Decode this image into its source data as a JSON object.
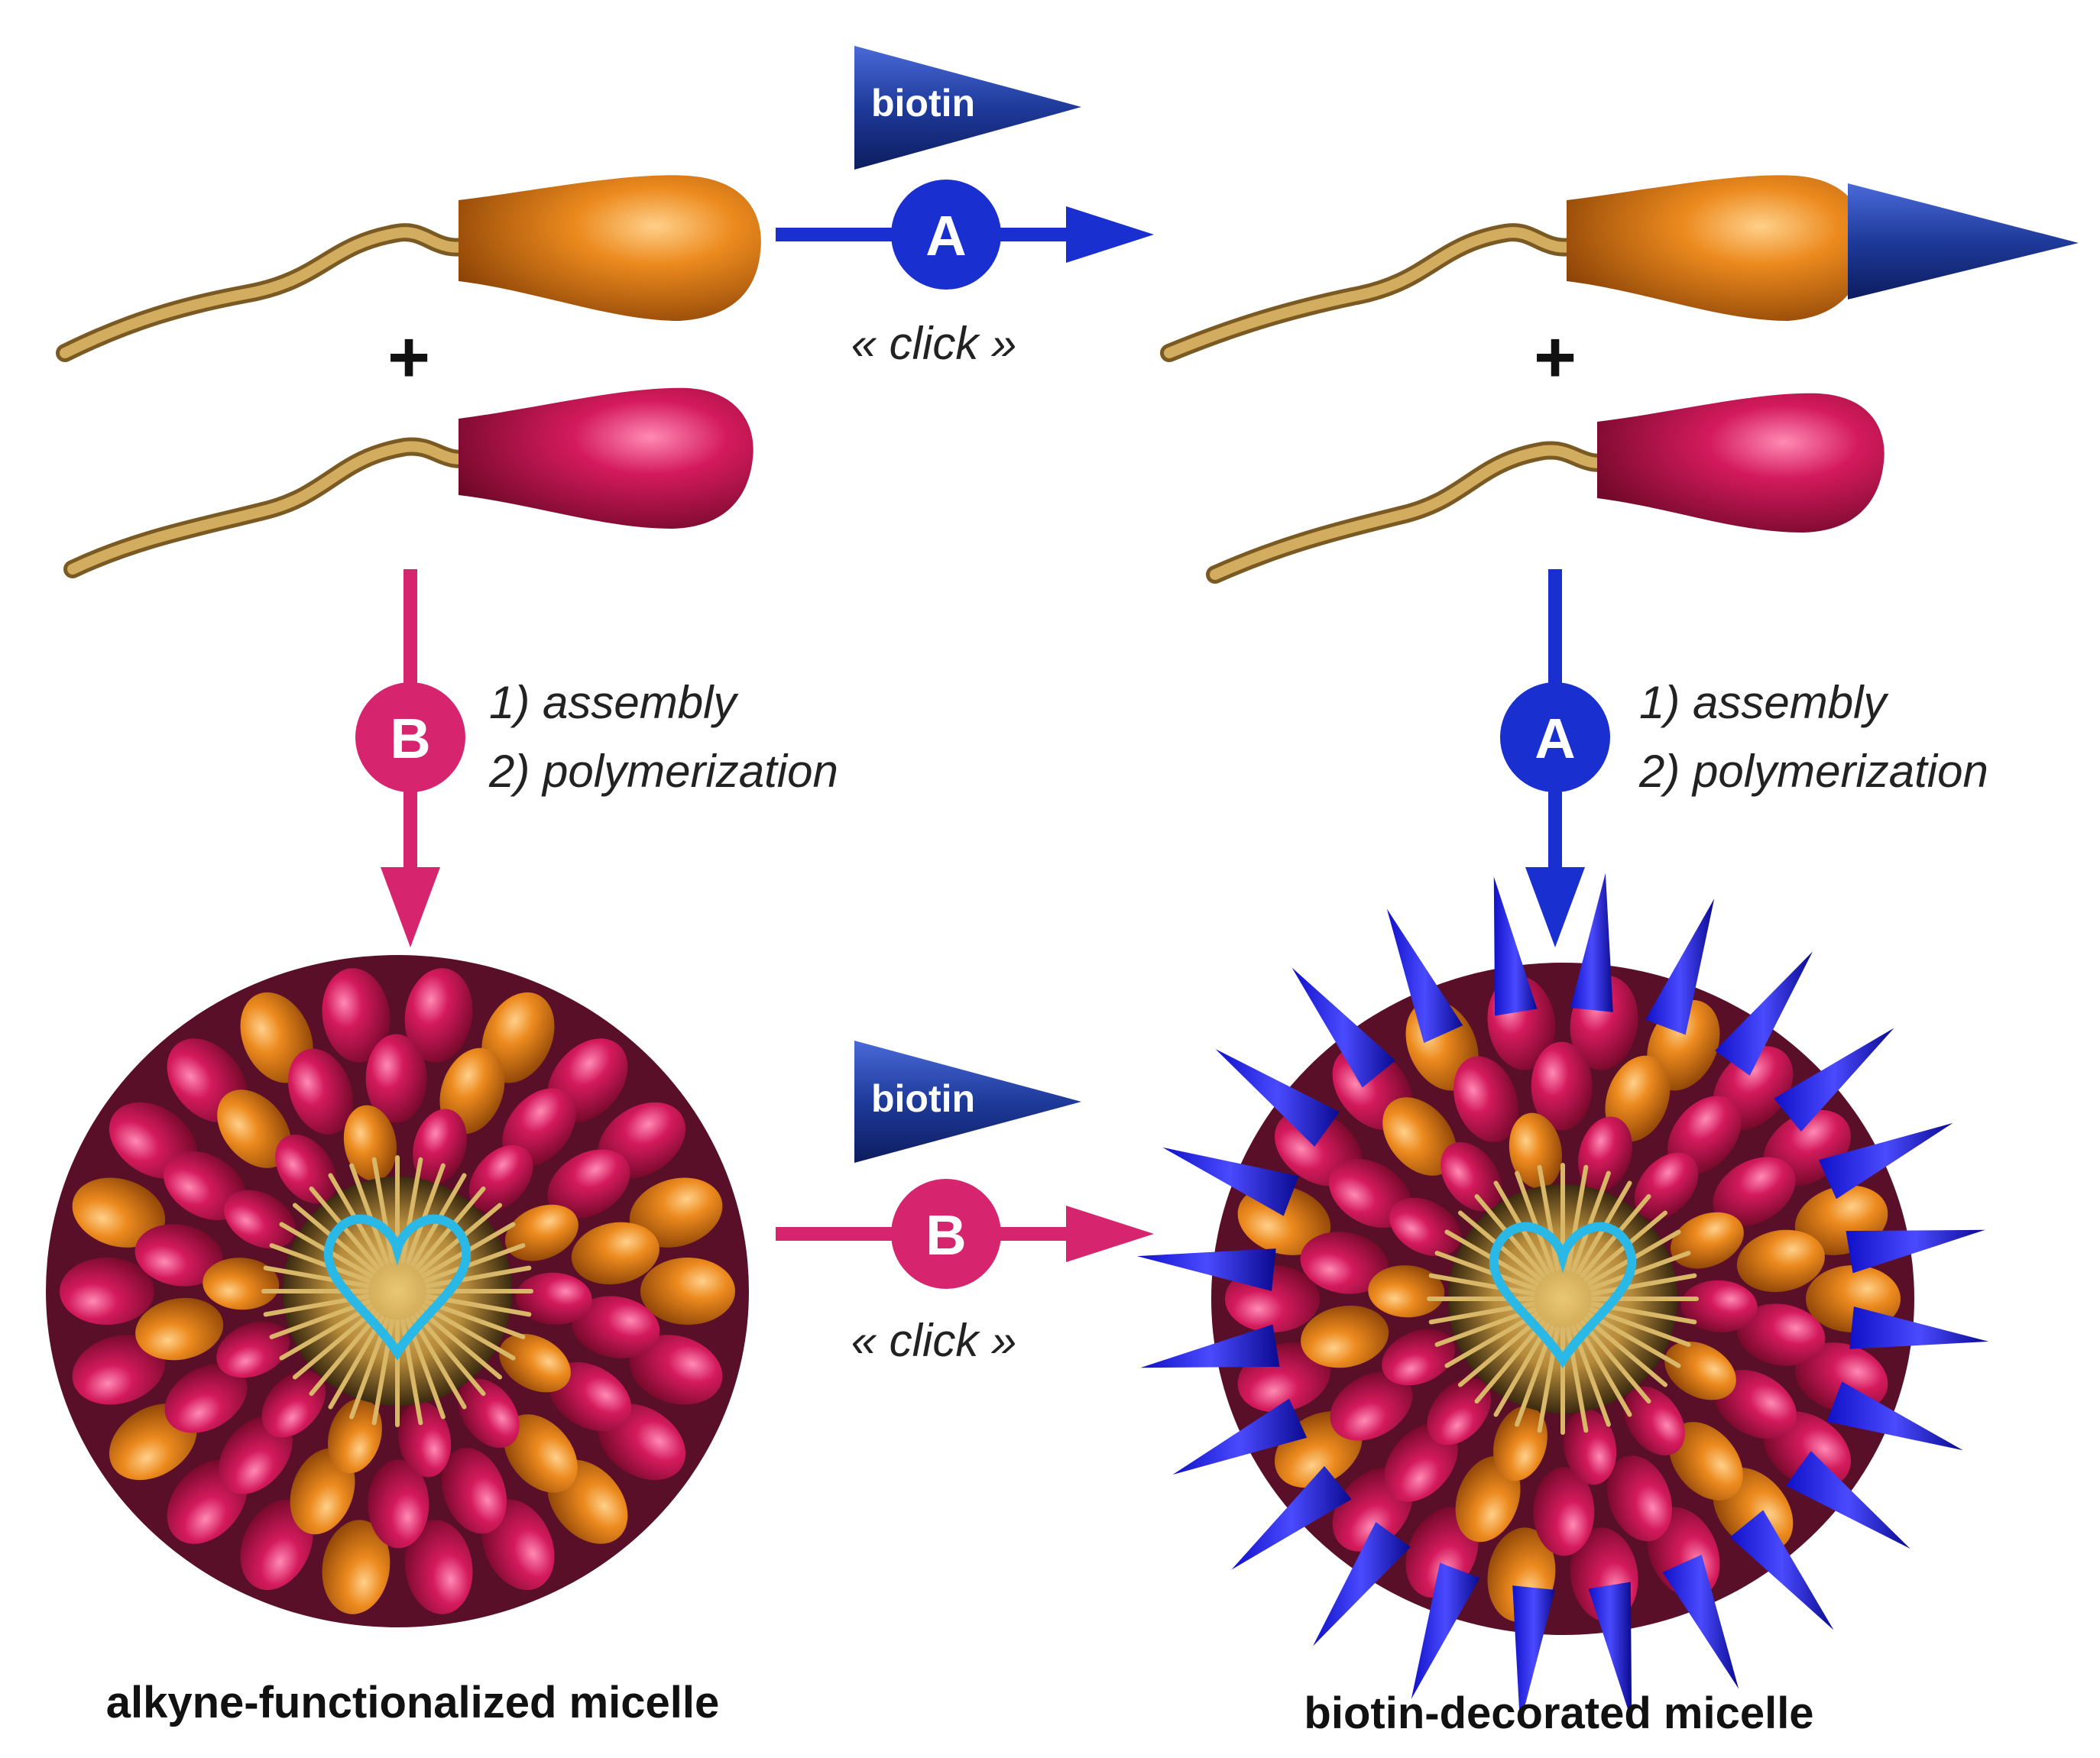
{
  "labels": {
    "biotin": "biotin",
    "step_a": "A",
    "step_b": "B",
    "click": "« click »",
    "plus": "+",
    "assembly": "1) assembly",
    "polymerization": "2) polymerization"
  },
  "captions": {
    "left_micelle": "alkyne-functionalized micelle",
    "right_micelle": "biotin-decorated micelle"
  },
  "colors": {
    "orange_head": "#e07a10",
    "magenta_head": "#cc1655",
    "tail": "#c8a254",
    "biotin_cone": "#1e3a9a",
    "route_a": "#1a2fd0",
    "route_b": "#d6246f",
    "core_outline": "#2ab8e6"
  }
}
